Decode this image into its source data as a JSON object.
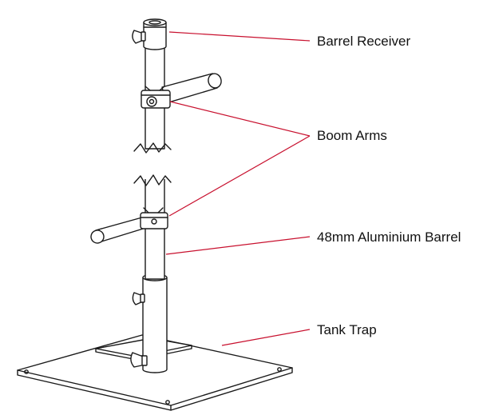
{
  "diagram": {
    "labels": {
      "barrel_receiver": "Barrel Receiver",
      "boom_arms": "Boom Arms",
      "barrel": "48mm Aluminium Barrel",
      "tank_trap": "Tank Trap"
    },
    "colors": {
      "leader_line": "#c8102e",
      "outline": "#1a1a1a",
      "background": "#ffffff"
    }
  }
}
